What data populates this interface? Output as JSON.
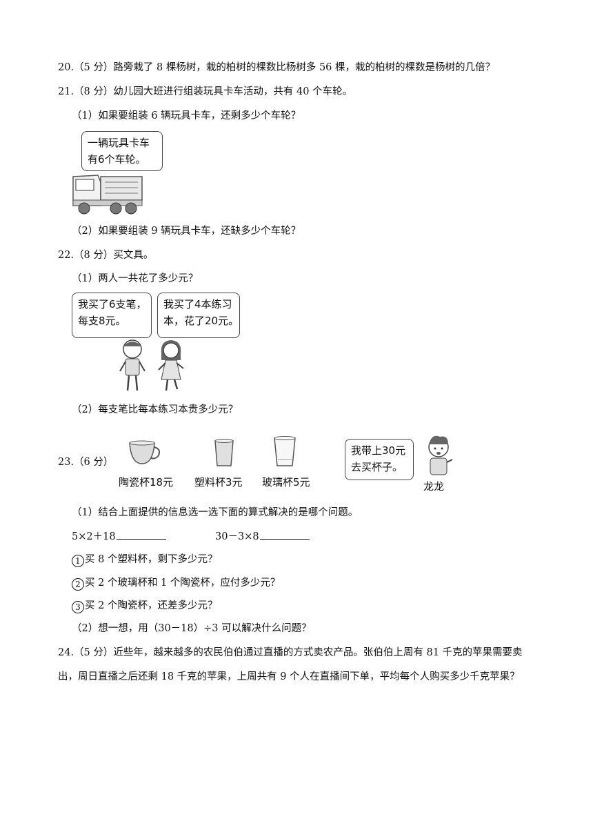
{
  "q20": {
    "text": "20.（5 分）路旁栽了 8 棵杨树，栽的柏树的棵数比杨树多 56 棵，栽的柏树的棵数是杨树的几倍？"
  },
  "q21": {
    "text": "21.（8 分）幼儿园大班进行组装玩具卡车活动，共有 40 个车轮。",
    "sub1": "（1）如果要组装 6 辆玩具卡车，还剩多少个车轮？",
    "bubble": [
      "一辆玩具卡车",
      "有6个车轮。"
    ],
    "sub2": "（2）如果要组装 9 辆玩具卡车，还缺多少个车轮？"
  },
  "q22": {
    "text": "22.（8 分）买文具。",
    "sub1": "（1）两人一共花了多少元？",
    "bubble_boy": [
      "我买了6支笔，",
      "每支8元。"
    ],
    "bubble_girl": [
      "我买了4本练习",
      "本，花了20元。"
    ],
    "sub2": "（2）每支笔比每本练习本贵多少元？"
  },
  "q23": {
    "label": "23.（6 分）",
    "cups": [
      "陶瓷杯18元",
      "塑料杯3元",
      "玻璃杯5元"
    ],
    "bubble": [
      "我带上30元",
      "去买杯子。"
    ],
    "name": "龙龙",
    "sub1": "（1）结合上面提供的信息选一选下面的算式解决的是哪个问题。",
    "expr1": "5×2＋18",
    "expr2": "30－3×8",
    "opt_nums": [
      "1",
      "2",
      "3"
    ],
    "options": [
      "买 8 个塑料杯，剩下多少元？",
      "买 2 个玻璃杯和 1 个陶瓷杯，应付多少元？",
      "买 2 个陶瓷杯，还差多少元？"
    ],
    "sub2": "（2）想一想，用（30－18）÷3 可以解决什么问题？"
  },
  "q24": {
    "line1": "24.（5 分）近些年，越来越多的农民伯伯通过直播的方式卖农产品。张伯伯上周有 81 千克的苹果需要卖",
    "line2": "出，周日直播之后还剩 18 千克的苹果，上周共有 9 个人在直播间下单，平均每个人购买多少千克苹果？"
  }
}
